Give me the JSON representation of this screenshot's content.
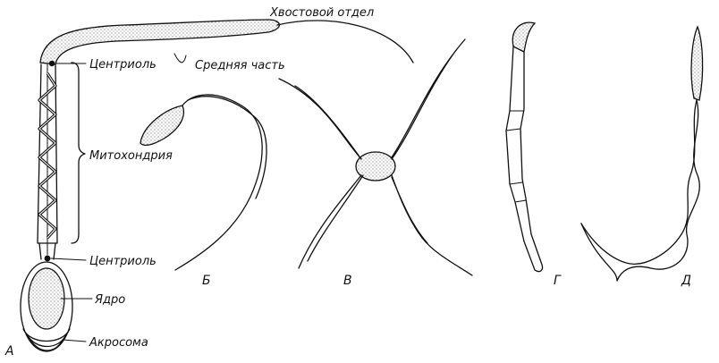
{
  "figure": {
    "labels": {
      "tail": "Хвостовой отдел",
      "midpiece": "Средняя часть",
      "centriole_top": "Центриоль",
      "mitochondria": "Митохондрия",
      "centriole_bottom": "Центриоль",
      "nucleus": "Ядро",
      "acrosome": "Акросома"
    },
    "panels": {
      "a": "А",
      "b": "Б",
      "v": "В",
      "g": "Г",
      "d": "Д"
    }
  }
}
